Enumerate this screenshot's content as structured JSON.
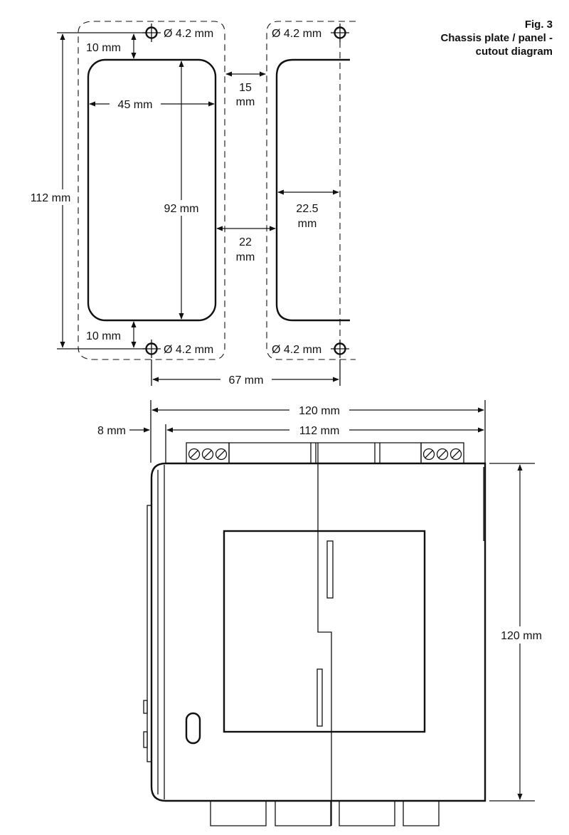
{
  "figure": {
    "number": "Fig. 3",
    "caption_line1": "Chassis plate / panel -",
    "caption_line2": "cutout diagram"
  },
  "cutout": {
    "hole_label": "Ø 4.2 mm",
    "gap_top": "10 mm",
    "gap_bottom": "10 mm",
    "cutout_width": "45 mm",
    "cutout_height": "92 mm",
    "overall_height": "112 mm",
    "spacing_top_value": "15",
    "spacing_top_unit": "mm",
    "spacing_mid_value": "22",
    "spacing_mid_unit": "mm",
    "right_width_value": "22.5",
    "right_width_unit": "mm",
    "pitch": "67 mm"
  },
  "device": {
    "overall_width": "120 mm",
    "inner_width": "112 mm",
    "offset": "8 mm",
    "height": "120 mm"
  }
}
